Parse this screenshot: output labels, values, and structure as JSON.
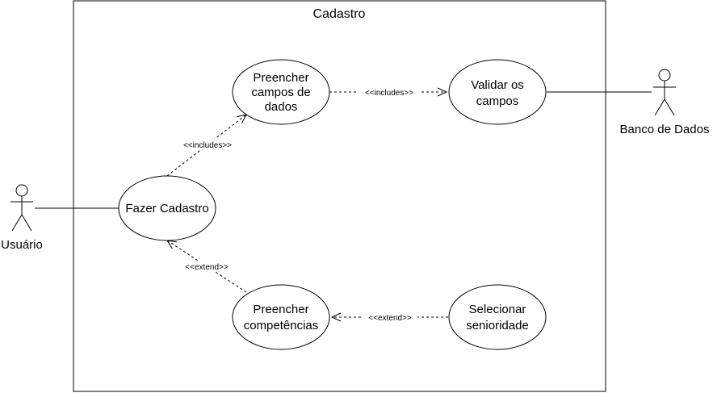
{
  "system": {
    "title": "Cadastro"
  },
  "actors": {
    "user": {
      "label": "Usuário"
    },
    "database": {
      "label": "Banco de Dados"
    }
  },
  "use_cases": {
    "fazer_cadastro": {
      "lines": [
        "Fazer Cadastro"
      ]
    },
    "preencher_campos": {
      "lines": [
        "Preencher",
        "campos de",
        "dados"
      ]
    },
    "validar_campos": {
      "lines": [
        "Validar os",
        "campos"
      ]
    },
    "preencher_competencias": {
      "lines": [
        "Preencher",
        "competências"
      ]
    },
    "selecionar_senioridade": {
      "lines": [
        "Selecionar",
        "senioridade"
      ]
    }
  },
  "relations": {
    "includes_label_1": "<<includes>>",
    "includes_label_2": "<<includes>>",
    "extend_label_1": "<<extend>>",
    "extend_label_2": "<<extend>>"
  },
  "colors": {
    "stroke": "#000000",
    "background": "#ffffff"
  }
}
